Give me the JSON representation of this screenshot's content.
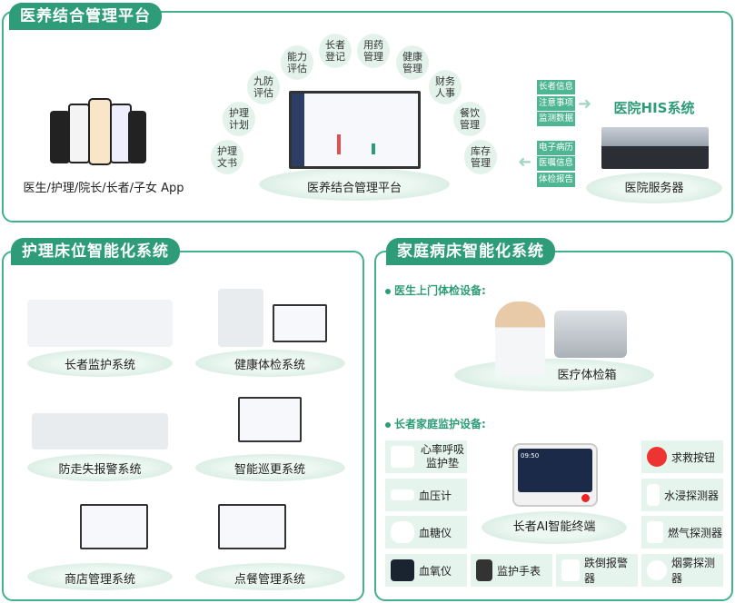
{
  "top": {
    "title": "医养结合管理平台",
    "app_label": "医生/护理/院长/长者/子女 App",
    "platform_label": "医养结合管理平台",
    "modules": [
      "护理文书",
      "护理计划",
      "九防评估",
      "能力评估",
      "长者登记",
      "用药管理",
      "健康管理",
      "财务人事",
      "餐饮管理",
      "库存管理"
    ],
    "to_his": [
      "长者信息",
      "注意事项",
      "监测数据"
    ],
    "from_his": [
      "电子病历",
      "医嘱信息",
      "体检报告"
    ],
    "his_title": "医院HIS系统",
    "server_label": "医院服务器"
  },
  "nursing": {
    "title": "护理床位智能化系统",
    "systems": [
      "长者监护系统",
      "健康体检系统",
      "防走失报警系统",
      "智能巡更系统",
      "商店管理系统",
      "点餐管理系统"
    ]
  },
  "home": {
    "title": "家庭病床智能化系统",
    "doctor_section": "医生上门体检设备:",
    "kit_label": "医疗体检箱",
    "monitor_section": "长者家庭监护设备:",
    "terminal_label": "长者AI智能终端",
    "terminal_time": "09:50",
    "left_devices": [
      "心率呼吸监护垫",
      "血压计",
      "血糖仪",
      "血氧仪"
    ],
    "bottom_devices": [
      "监护手表",
      "跌倒报警器"
    ],
    "right_devices": [
      "求救按钮",
      "水浸探测器",
      "燃气探测器",
      "烟雾探测器"
    ]
  },
  "colors": {
    "accent": "#2e9c78",
    "border": "#43b08e"
  }
}
